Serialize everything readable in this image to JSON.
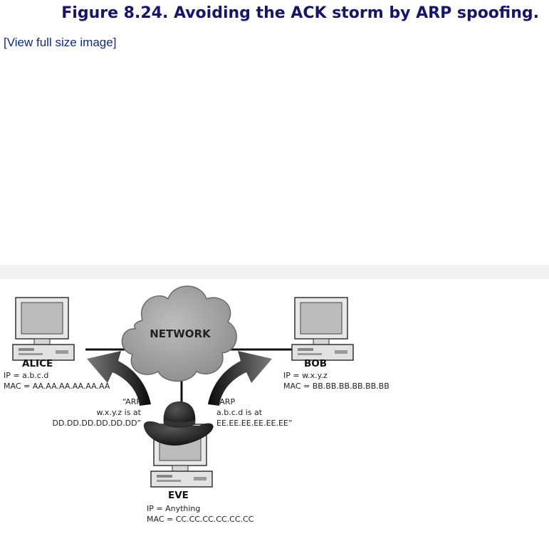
{
  "figure": {
    "title": "Figure 8.24. Avoiding the ACK storm by ARP spoofing.",
    "full_size_link": "[View full size image]"
  },
  "diagram": {
    "network_label": "NETWORK",
    "nodes": {
      "alice": {
        "name": "ALICE",
        "ip": "IP = a.b.c.d",
        "mac": "MAC = AA.AA.AA.AA.AA.AA"
      },
      "bob": {
        "name": "BOB",
        "ip": "IP = w.x.y.z",
        "mac": "MAC = BB.BB.BB.BB.BB.BB"
      },
      "eve": {
        "name": "EVE",
        "ip": "IP = Anything",
        "mac": "MAC = CC.CC.CC.CC.CC.CC"
      }
    },
    "messages": {
      "to_alice": [
        "“ARP",
        "w.x.y.z is at",
        "DD.DD.DD.DD.DD.DD”"
      ],
      "to_bob": [
        "“ARP",
        "a.b.c.d is at",
        "EE.EE.EE.EE.EE.EE”"
      ]
    }
  }
}
